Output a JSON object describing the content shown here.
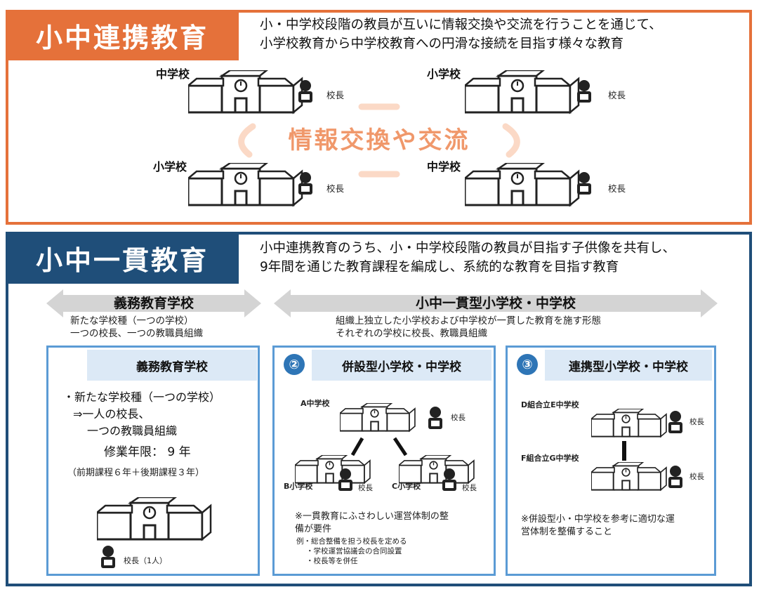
{
  "top": {
    "title": "小中連携教育",
    "desc_line1": "小・中学校段階の教員が互いに情報交換や交流を行うことを通じて、",
    "desc_line2": "小学校教育から中学校教育への円滑な接続を目指す様々な教育",
    "exchange": "情報交換や交流",
    "schools": [
      {
        "label": "中学校",
        "principal": "校長"
      },
      {
        "label": "小学校",
        "principal": "校長"
      },
      {
        "label": "小学校",
        "principal": "校長"
      },
      {
        "label": "中学校",
        "principal": "校長"
      }
    ]
  },
  "bottom": {
    "title": "小中一貫教育",
    "desc_line1": "小中連携教育のうち、小・中学校段階の教員が目指す子供像を共有し、",
    "desc_line2": "9年間を通じた教育課程を編成し、系統的な教育を目指す教育",
    "left_arrow": {
      "title": "義務教育学校",
      "sub1": "新たな学校種（一つの学校）",
      "sub2": "一つの校長、一つの教職員組織"
    },
    "right_arrow": {
      "title": "小中一貫型小学校・中学校",
      "sub1": "組織上独立した小学校および中学校が一貫した教育を施す形態",
      "sub2": "それぞれの学校に校長、教職員組織"
    },
    "box1": {
      "head": "義務教育学校",
      "line1": "・新たな学校種（一つの学校）",
      "line2": "⇒一人の校長、",
      "line3": "一つの教職員組織",
      "years": "修業年限： 9 年",
      "years_detail": "（前期課程６年＋後期課程３年）",
      "principal": "校長（1人）"
    },
    "box2": {
      "num": "②",
      "head": "併設型小学校・中学校",
      "school_a": "A中学校",
      "school_b": "B小学校",
      "school_c": "C小学校",
      "principal": "校長",
      "note1": "※一貫教育にふさわしい運営体制の整",
      "note2": "備が要件",
      "ex1": "例・総合整備を担う校長を定める",
      "ex2": "・学校運営協議会の合同設置",
      "ex3": "・校長等を併任"
    },
    "box3": {
      "num": "③",
      "head": "連携型小学校・中学校",
      "school_d": "D組合立E中学校",
      "school_f": "F組合立G中学校",
      "principal": "校長",
      "note1": "※併設型小・中学校を参考に適切な運",
      "note2": "営体制を整備すること"
    }
  },
  "colors": {
    "orange": "#e5713a",
    "navy": "#1f4e79",
    "blue": "#5b9bd5",
    "light_blue": "#dce9f6",
    "exchange_text": "#f0986b"
  }
}
